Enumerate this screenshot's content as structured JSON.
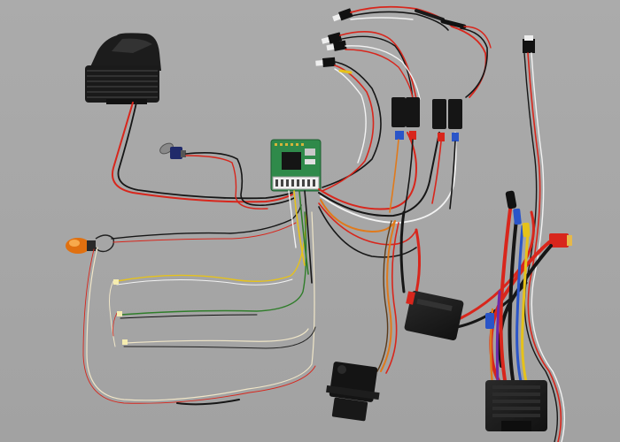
{
  "scene": {
    "background": "#a6a6a6",
    "wire_colors": {
      "red": "#d8261c",
      "black": "#161616",
      "white": "#f2f2f2",
      "orange": "#e07a1c",
      "yellow": "#e6c21a",
      "green": "#2f7d2a",
      "blue": "#2a55c8",
      "purple": "#6d2aa8"
    },
    "components": [
      {
        "name": "sound-speaker-unit"
      },
      {
        "name": "potentiometer-knob"
      },
      {
        "name": "light-controller-board"
      },
      {
        "name": "orange-beacon-light"
      },
      {
        "name": "servo-connectors-top"
      },
      {
        "name": "receiver-splitter-modules"
      },
      {
        "name": "single-servo-plug-right"
      },
      {
        "name": "micro-servo-motor"
      },
      {
        "name": "brushed-esc-small"
      },
      {
        "name": "brushless-esc-large"
      },
      {
        "name": "deans-t-plug"
      },
      {
        "name": "led-lead-wires"
      }
    ]
  }
}
